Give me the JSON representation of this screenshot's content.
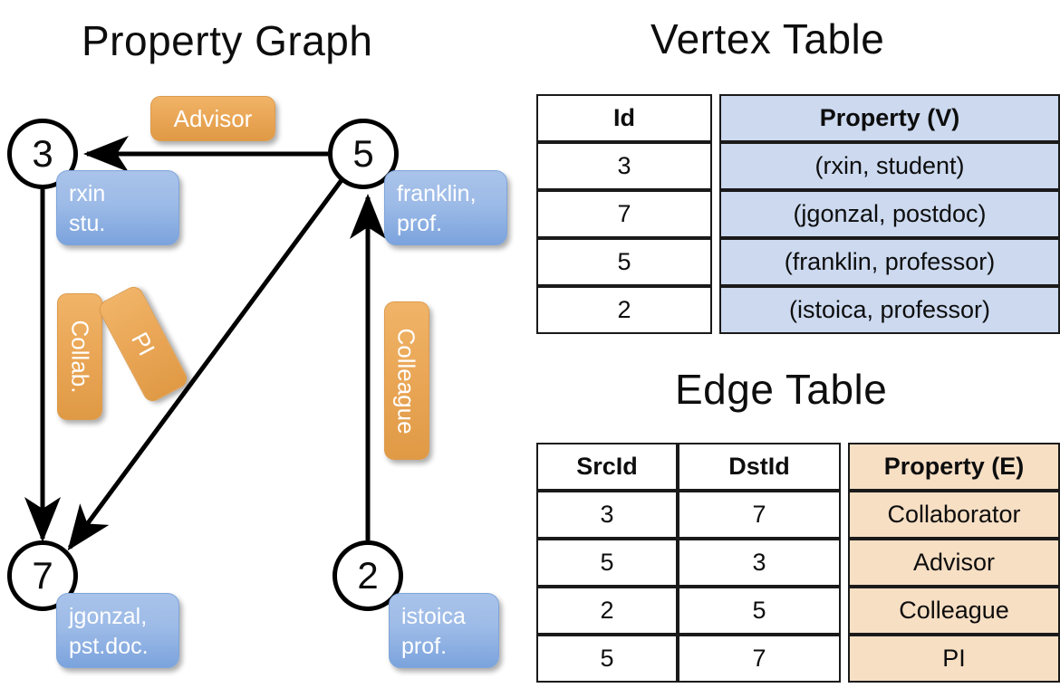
{
  "titles": {
    "property_graph": "Property Graph",
    "vertex_table": "Vertex Table",
    "edge_table": "Edge Table"
  },
  "graph": {
    "vertices": [
      {
        "id": "3",
        "label": "3",
        "property_line1": "rxin",
        "property_line2": "stu."
      },
      {
        "id": "5",
        "label": "5",
        "property_line1": "franklin,",
        "property_line2": "prof."
      },
      {
        "id": "7",
        "label": "7",
        "property_line1": "jgonzal,",
        "property_line2": "pst.doc."
      },
      {
        "id": "2",
        "label": "2",
        "property_line1": "istoica",
        "property_line2": "prof."
      }
    ],
    "edge_labels": [
      {
        "name": "advisor",
        "text": "Advisor"
      },
      {
        "name": "collab",
        "text": "Collab."
      },
      {
        "name": "pi",
        "text": "PI"
      },
      {
        "name": "colleague",
        "text": "Colleague"
      }
    ]
  },
  "vertex_table": {
    "headers": [
      "Id",
      "Property (V)"
    ],
    "rows": [
      {
        "id": "3",
        "property": "(rxin, student)"
      },
      {
        "id": "7",
        "property": "(jgonzal, postdoc)"
      },
      {
        "id": "5",
        "property": "(franklin, professor)"
      },
      {
        "id": "2",
        "property": "(istoica, professor)"
      }
    ]
  },
  "edge_table": {
    "headers": [
      "SrcId",
      "DstId",
      "Property (E)"
    ],
    "rows": [
      {
        "src": "3",
        "dst": "7",
        "property": "Collaborator"
      },
      {
        "src": "5",
        "dst": "3",
        "property": "Advisor"
      },
      {
        "src": "2",
        "dst": "5",
        "property": "Colleague"
      },
      {
        "src": "5",
        "dst": "7",
        "property": "PI"
      }
    ]
  },
  "colors": {
    "vertex_property_fill": "#9dbbe7",
    "edge_label_fill": "#eaa757",
    "vertex_table_highlight": "#ccd9ef",
    "edge_table_highlight": "#f7dfc4",
    "stroke": "#000000"
  }
}
